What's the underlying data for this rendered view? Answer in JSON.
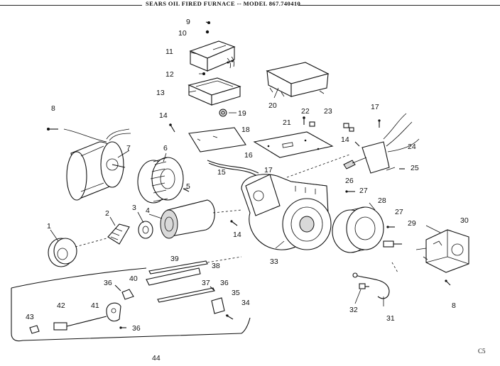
{
  "title": "SEARS OIL FIRED FURNACE -- MODEL 867.740410",
  "corner_mark": "C5",
  "callouts": {
    "c1": "1",
    "c2": "2",
    "c3": "3",
    "c4": "4",
    "c5": "5",
    "c6": "6",
    "c7": "7",
    "c8a": "8",
    "c8b": "8",
    "c9": "9",
    "c10": "10",
    "c11": "11",
    "c12": "12",
    "c13": "13",
    "c14a": "14",
    "c14b": "14",
    "c14c": "14",
    "c15": "15",
    "c16": "16",
    "c17a": "17",
    "c17b": "17",
    "c18": "18",
    "c19": "19",
    "c20": "20",
    "c21": "21",
    "c22": "22",
    "c23": "23",
    "c24": "24",
    "c25": "25",
    "c26": "26",
    "c27a": "27",
    "c27b": "27",
    "c28": "28",
    "c29": "29",
    "c30": "30",
    "c31": "31",
    "c32": "32",
    "c33": "33",
    "c34": "34",
    "c35": "35",
    "c36a": "36",
    "c36b": "36",
    "c36c": "36",
    "c37": "37",
    "c38": "38",
    "c39": "39",
    "c40": "40",
    "c41": "41",
    "c42": "42",
    "c43": "43",
    "c44": "44"
  }
}
